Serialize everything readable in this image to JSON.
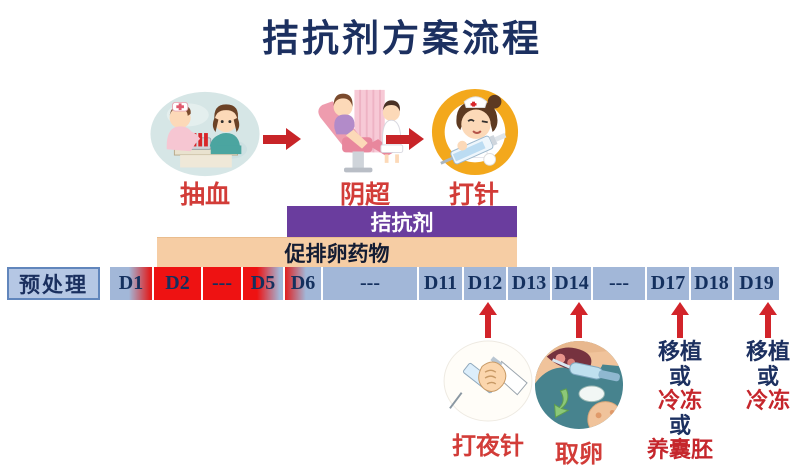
{
  "title": "拮抗剂方案流程",
  "colors": {
    "title_navy": "#1c3060",
    "red_label": "#d23c38",
    "arrow_red": "#c82428",
    "antagonist_purple": "#6a3d9e",
    "stimulation_peach": "#f6cda4",
    "timeline_blue": "#a2b7d8",
    "timeline_red": "#ee1212",
    "pretreat_fill": "#b5c7e4",
    "pretreat_border": "#6186bc"
  },
  "top_flow": {
    "steps": [
      {
        "label": "抽血",
        "icon": "blood-draw-icon"
      },
      {
        "label": "阴超",
        "icon": "ultrasound-exam-icon"
      },
      {
        "label": "打针",
        "icon": "injection-icon"
      }
    ]
  },
  "bars": {
    "antagonist": {
      "label": "拮抗剂"
    },
    "stimulation": {
      "label": "促排卵药物"
    }
  },
  "timeline": {
    "pretreatment_label": "预处理",
    "cells": [
      {
        "label": "D1",
        "style": "blue-to-red"
      },
      {
        "label": "D2",
        "style": "red"
      },
      {
        "label": "---",
        "style": "red"
      },
      {
        "label": "D5",
        "style": "red-to-blue"
      },
      {
        "label": "D6",
        "style": "red-fade-blue"
      },
      {
        "label": "---",
        "style": "blue"
      },
      {
        "label": "D11",
        "style": "blue"
      },
      {
        "label": "D12",
        "style": "blue"
      },
      {
        "label": "D13",
        "style": "blue"
      },
      {
        "label": "D14",
        "style": "blue"
      },
      {
        "label": "---",
        "style": "blue"
      },
      {
        "label": "D17",
        "style": "blue"
      },
      {
        "label": "D18",
        "style": "blue"
      },
      {
        "label": "D19",
        "style": "blue"
      }
    ]
  },
  "annotations": {
    "trigger": {
      "day": "D12",
      "label": "打夜针",
      "icon": "night-injection-icon"
    },
    "retrieval": {
      "day": "D14",
      "label": "取卵",
      "icon": "egg-retrieval-icon"
    },
    "d17": {
      "day": "D17",
      "lines": [
        {
          "text": "移植",
          "color": "#1c3060"
        },
        {
          "text": "或",
          "color": "#1c3060"
        },
        {
          "text": "冷冻",
          "color": "#c5262c"
        },
        {
          "text": "或",
          "color": "#1c3060"
        },
        {
          "text": "养囊胚",
          "color": "#c5262c"
        }
      ]
    },
    "d19": {
      "day": "D19",
      "lines": [
        {
          "text": "移植",
          "color": "#1c3060"
        },
        {
          "text": "或",
          "color": "#1c3060"
        },
        {
          "text": "冷冻",
          "color": "#c5262c"
        }
      ]
    }
  }
}
